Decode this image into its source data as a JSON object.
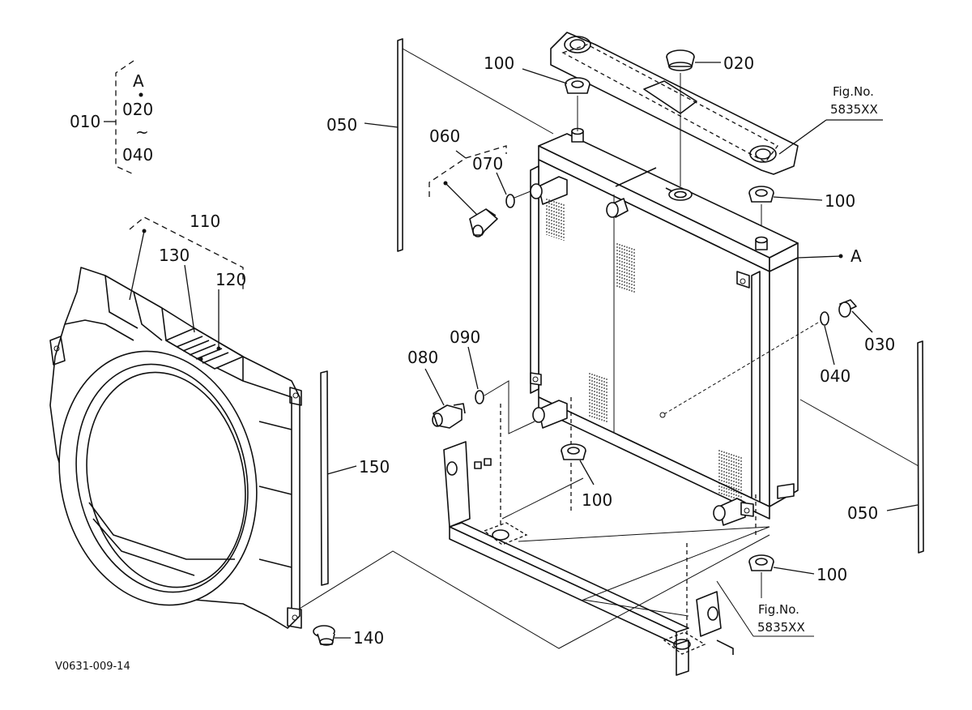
{
  "labels": {
    "p010": "010",
    "pA_top": "A",
    "p020_grp": "020",
    "tilde": "~",
    "p040_grp": "040",
    "p110": "110",
    "p130": "130",
    "p120": "120",
    "p150": "150",
    "p140": "140",
    "p050_left": "050",
    "p060": "060",
    "p070": "070",
    "p100_a": "100",
    "p020": "020",
    "p100_b": "100",
    "pA_right": "A",
    "p030": "030",
    "p040": "040",
    "p090": "090",
    "p080": "080",
    "p100_c": "100",
    "p050_right": "050",
    "p100_d": "100",
    "fig_top_1": "Fig.No.",
    "fig_top_2": "5835XX",
    "fig_bot_1": "Fig.No.",
    "fig_bot_2": "5835XX",
    "drawing_code": "V0631-009-14"
  }
}
